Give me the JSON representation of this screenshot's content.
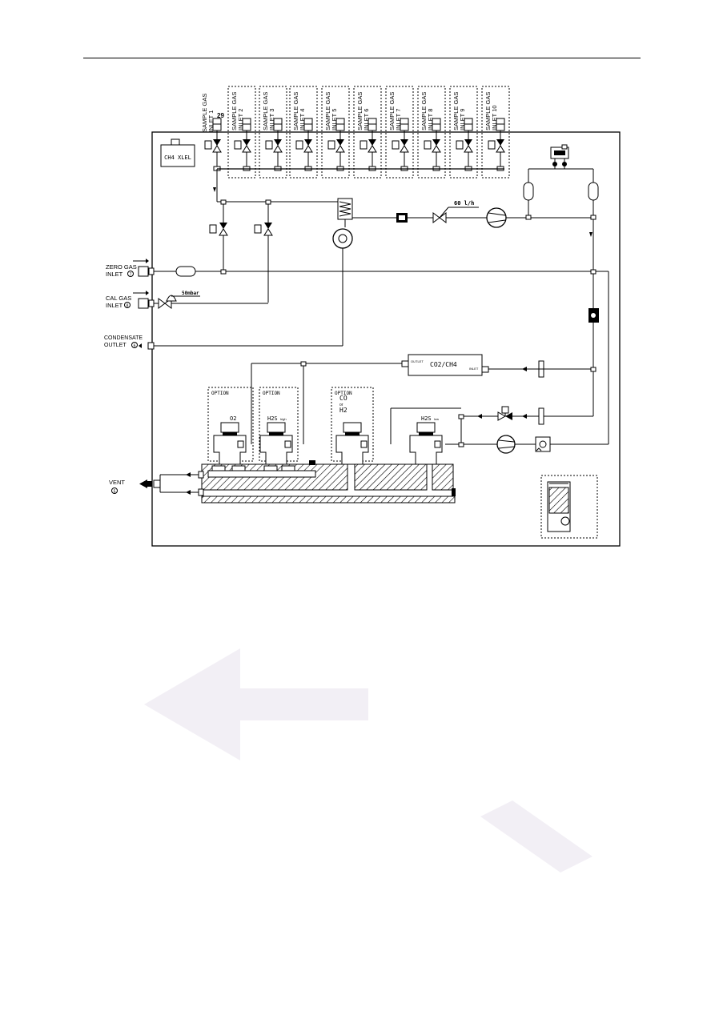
{
  "labels": {
    "ch4_lel": "CH4 XLEL",
    "sample_gas": "SAMPLE GAS",
    "inlets": [
      "INLET 1",
      "INLET 2",
      "INLET 3",
      "INLET 4",
      "INLET 5",
      "INLET 6",
      "INLET 7",
      "INLET 8",
      "INLET 9",
      "INLET 10"
    ],
    "marker_29": "29",
    "flow_rate": "60 l/h",
    "zero_gas_1": "ZERO GAS",
    "zero_gas_2": "INLET",
    "cal_gas_1": "CAL GAS",
    "cal_gas_2": "INLET",
    "condensate_1": "CONDENSATE",
    "condensate_2": "OUTLET",
    "vent": "VENT",
    "pressure": "50mbar",
    "co2_ch4": "CO2/CH4",
    "outlet_small": "OUTLET",
    "inlet_small": "INLET",
    "option": "OPTION",
    "o2": "O2",
    "h2s_high": "H2S",
    "h2s_high_sub": "high",
    "co": "CO",
    "or": "or",
    "h2": "H2",
    "h2s_low": "H2S",
    "h2s_low_sub": "low",
    "num_7": "7",
    "num_8": "8",
    "num_6": "6",
    "num_5": "5"
  }
}
